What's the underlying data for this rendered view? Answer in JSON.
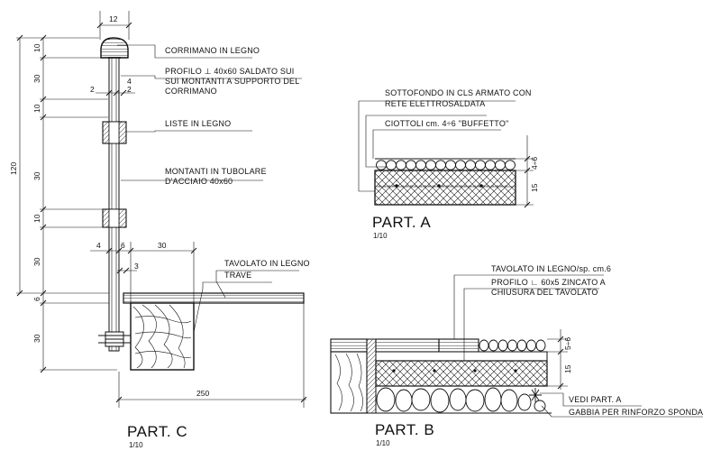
{
  "part_c": {
    "title": "PART. C",
    "scale": "1/10",
    "labels": {
      "handrail": "CORRIMANO IN LEGNO",
      "profile_1": "PROFILO ⊥ 40x60 SALDATO SUI",
      "profile_2": "SUI MONTANTI A SUPPORTO DEL",
      "profile_3": "CORRIMANO",
      "strips": "LISTE IN LEGNO",
      "posts_1": "MONTANTI IN TUBOLARE",
      "posts_2": "D'ACCIAIO 40x60",
      "decking": "TAVOLATO IN LEGNO",
      "beam": "TRAVE"
    },
    "dims": {
      "top_width": "12",
      "d4": "4",
      "d2a": "2",
      "d2b": "2",
      "v10a": "10",
      "v30a": "30",
      "v10b": "10",
      "v30b": "30",
      "v10c": "10",
      "v30c": "30",
      "total": "120",
      "h4": "4",
      "h6": "6",
      "h30": "30",
      "h3": "3",
      "v6": "6",
      "v30d": "30",
      "h250": "250"
    }
  },
  "part_a": {
    "title": "PART. A",
    "scale": "1/10",
    "labels": {
      "base_1": "SOTTOFONDO IN CLS ARMATO CON",
      "base_2": "RETE ELETTROSALDATA",
      "pebbles": "CIOTTOLI cm. 4÷6 \"BUFFETTO\""
    },
    "dims": {
      "d46": "4÷6",
      "d15": "15"
    }
  },
  "part_b": {
    "title": "PART. B",
    "scale": "1/10",
    "labels": {
      "decking": "TAVOLATO IN LEGNO/sp. cm.6",
      "profile_1": "PROFILO ∟ 60x5 ZINCATO A",
      "profile_2": "CHIUSURA DEL TAVOLATO",
      "see_a": "VEDI PART. A",
      "cage": "GABBIA PER RINFORZO SPONDA"
    },
    "dims": {
      "d56": "5÷6",
      "d15": "15"
    }
  }
}
